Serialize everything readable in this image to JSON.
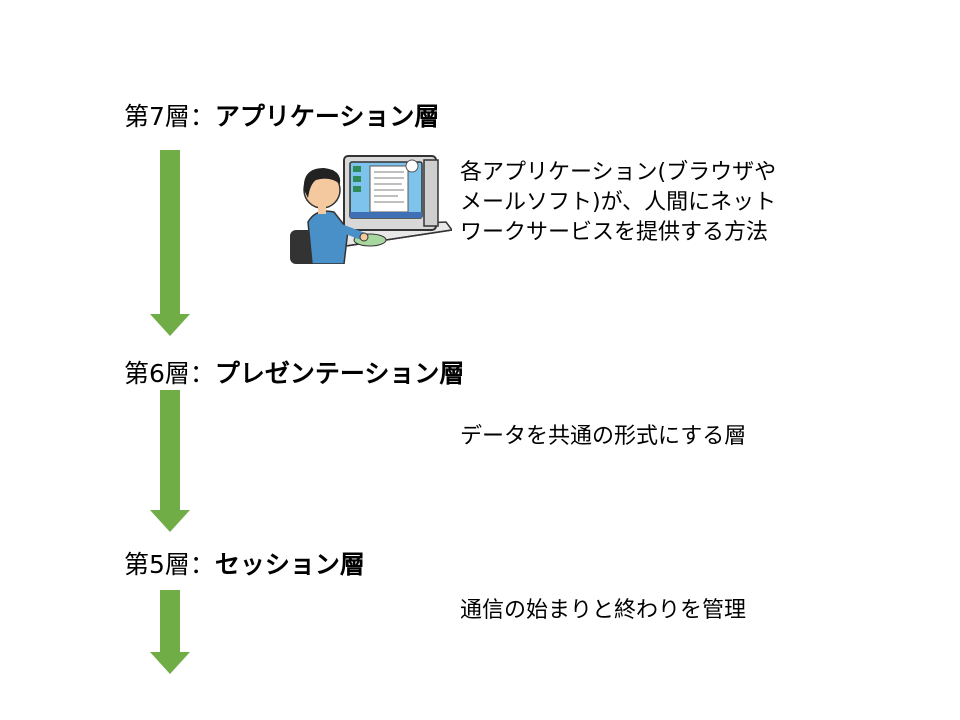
{
  "layers": [
    {
      "prefix": "第7層：",
      "name": "アプリケーション層",
      "description": "各アプリケーション(ブラウザや\nメールソフト)が、人間にネット\nワークサービスを提供する方法"
    },
    {
      "prefix": "第6層：",
      "name": "プレゼンテーション層",
      "description": "データを共通の形式にする層"
    },
    {
      "prefix": "第5層：",
      "name": "セッション層",
      "description": "通信の始まりと終わりを管理"
    }
  ],
  "colors": {
    "arrow": "#70AD47"
  },
  "icons": {
    "illustration": "person-at-computer-icon"
  }
}
